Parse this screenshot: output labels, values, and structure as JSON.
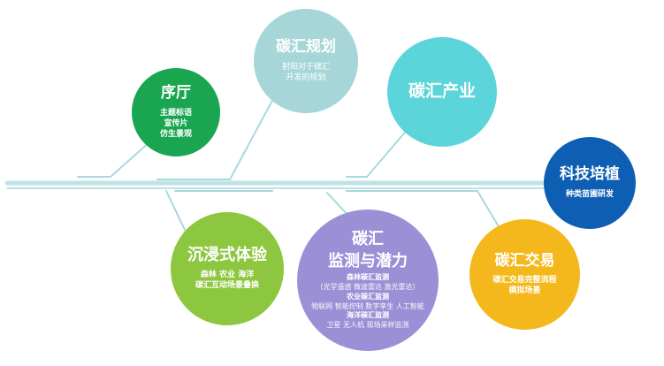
{
  "colors": {
    "spine": "#bfe3e5",
    "branch": "#a8d9dc",
    "hall": "#1aa650",
    "plan": "#a6d6d8",
    "industry": "#5bd4da",
    "tech": "#0e5eb4",
    "immersive": "#8dc63f",
    "monitor": "#9b90d6",
    "trade": "#f5b81c"
  },
  "nodes": {
    "hall": {
      "title": "序厅",
      "lines": [
        "主题标语",
        "宣传片",
        "仿生景观"
      ]
    },
    "plan": {
      "title": "碳汇规划",
      "lines": [
        "射阳对于碳汇",
        "开发的规划"
      ]
    },
    "industry": {
      "title": "碳汇产业"
    },
    "tech": {
      "title": "科技培植",
      "lines": [
        "种类苗圃研发"
      ]
    },
    "immersive": {
      "title": "沉浸式体验",
      "lines": [
        "森林  农业  海洋",
        "碳汇互动场景叠换"
      ]
    },
    "monitor": {
      "title_1": "碳汇",
      "title_2": "监测与潜力",
      "sub_1": "森林碳汇监测",
      "detail_1": "（光学遥感  微波雷达  激光雷达）",
      "sub_2": "农业碳汇监测",
      "detail_2": "物联网  智能控制  数字孪生  人工智能",
      "sub_3": "海洋碳汇监测",
      "detail_3": "卫星  无人机  现场采样监测"
    },
    "trade": {
      "title": "碳汇交易",
      "lines": [
        "碳汇交易完整流程",
        "模拟场景"
      ]
    }
  }
}
